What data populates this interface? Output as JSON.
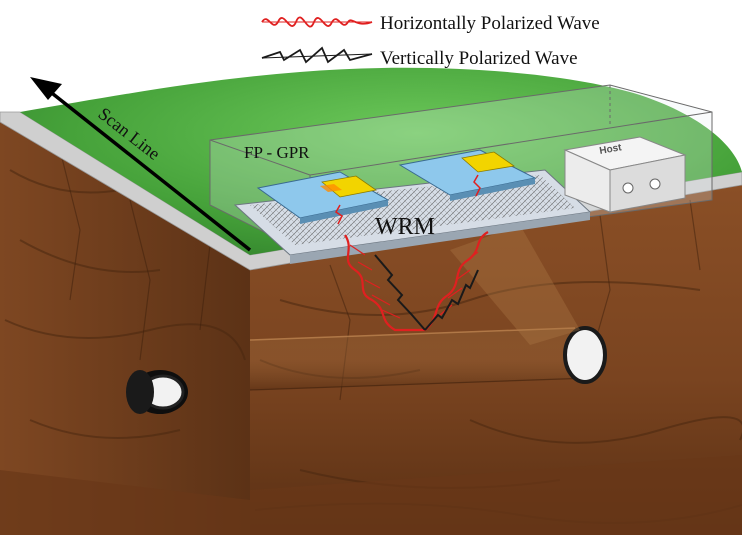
{
  "legend": {
    "horizontal_label": "Horizontally Polarized Wave",
    "vertical_label": "Vertically Polarized Wave"
  },
  "labels": {
    "scan_line": "Scan Line",
    "fp_gpr": "FP - GPR",
    "wrm": "WRM",
    "host": "Host"
  },
  "colors": {
    "grass": "#3f9a35",
    "grass_light": "#5fbf4a",
    "soil": "#7a4420",
    "soil_dark": "#4e2a12",
    "gravel": "#c9c9c9",
    "horizontal_wave": "#e02020",
    "vertical_wave": "#1a1a1a",
    "antenna_patch": "#f2d400",
    "antenna_board": "#8ec8ec",
    "pipe": "#f0f0f0"
  }
}
